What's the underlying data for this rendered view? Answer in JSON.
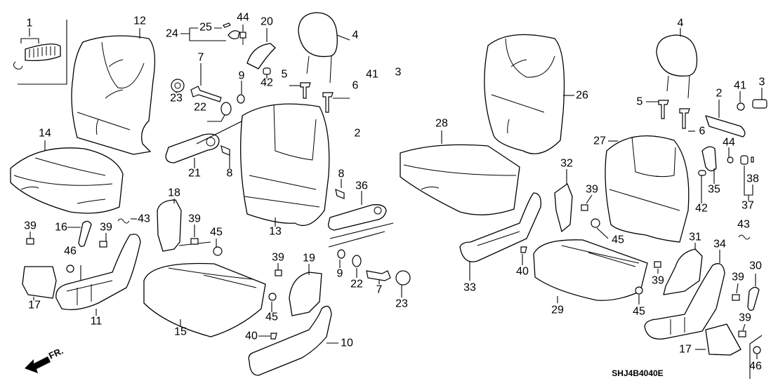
{
  "diagram": {
    "code": "SHJ4B4040E",
    "front_label": "FR.",
    "callouts": [
      "1",
      "12",
      "24",
      "25",
      "44",
      "20",
      "4",
      "7",
      "9",
      "5",
      "42",
      "41",
      "3",
      "23",
      "6",
      "22",
      "2",
      "14",
      "21",
      "8",
      "8",
      "36",
      "18",
      "43",
      "39",
      "16",
      "39",
      "39",
      "45",
      "13",
      "46",
      "39",
      "19",
      "9",
      "22",
      "7",
      "23",
      "17",
      "11",
      "45",
      "15",
      "40",
      "10",
      "4",
      "26",
      "28",
      "5",
      "2",
      "41",
      "3",
      "6",
      "27",
      "44",
      "32",
      "39",
      "35",
      "38",
      "42",
      "37",
      "43",
      "45",
      "31",
      "34",
      "30",
      "39",
      "39",
      "33",
      "40",
      "29",
      "45",
      "39",
      "17",
      "46"
    ]
  }
}
